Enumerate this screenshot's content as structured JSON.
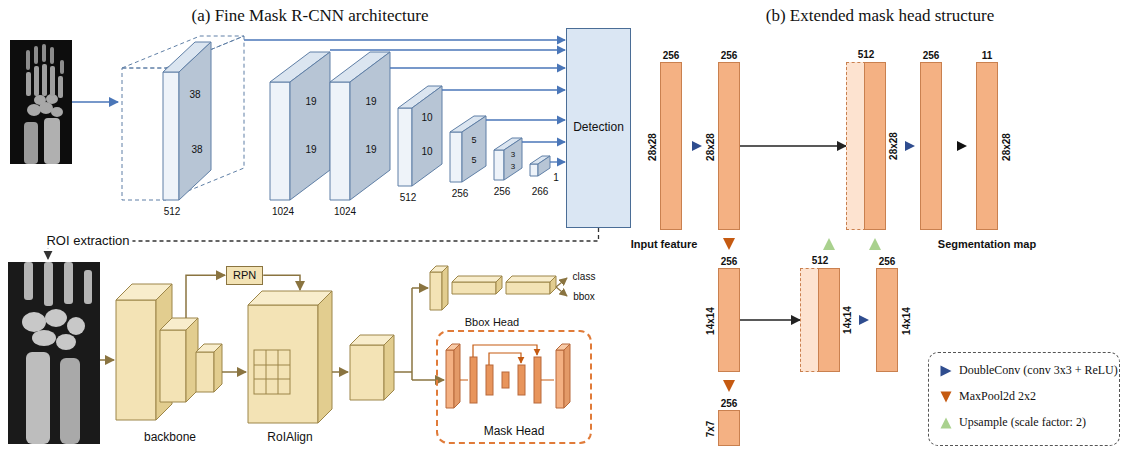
{
  "diagram": {
    "nodes": [
      {
        "text": [
          "Detection"
        ]
      },
      {
        "text": [
          "RPN"
        ]
      },
      {
        "text": [
          "Mask Head"
        ]
      },
      {
        "text": [
          "256",
          "28x28"
        ]
      },
      {
        "text": [
          "256",
          "28x28"
        ]
      },
      {
        "text": [
          "512",
          "28x28"
        ]
      },
      {
        "text": [
          "256"
        ]
      },
      {
        "text": [
          "11",
          "28x28"
        ]
      },
      {
        "text": [
          "256",
          "14x14"
        ]
      },
      {
        "text": [
          "512",
          "14x14"
        ]
      },
      {
        "text": [
          "256",
          "14x14"
        ]
      },
      {
        "text": [
          "256",
          "7x7"
        ]
      }
    ],
    "edges": [
      {
        "from": 4,
        "to": 5,
        "arrow": "to"
      },
      {
        "from": 8,
        "to": 9,
        "arrow": "to"
      }
    ],
    "labels": [
      "(a) Fine Mask R-CNN architecture",
      "(b) Extended mask head structure",
      "38",
      "38",
      "512",
      "19",
      "19",
      "1024",
      "19",
      "19",
      "1024",
      "10",
      "10",
      "512",
      "5",
      "5",
      "256",
      "3",
      "3",
      "256",
      "1",
      "266",
      "ROI extraction",
      "backbone",
      "RoIAlign",
      "Bbox Head",
      "class",
      "bbox",
      "Input feature",
      "Segmentation map"
    ],
    "legend": [
      {
        "text": "DoubleConv (conv 3x3 + ReLU)"
      },
      {
        "text": "MaxPool2d 2x2"
      },
      {
        "text": "Upsample (scale factor: 2)"
      }
    ]
  }
}
